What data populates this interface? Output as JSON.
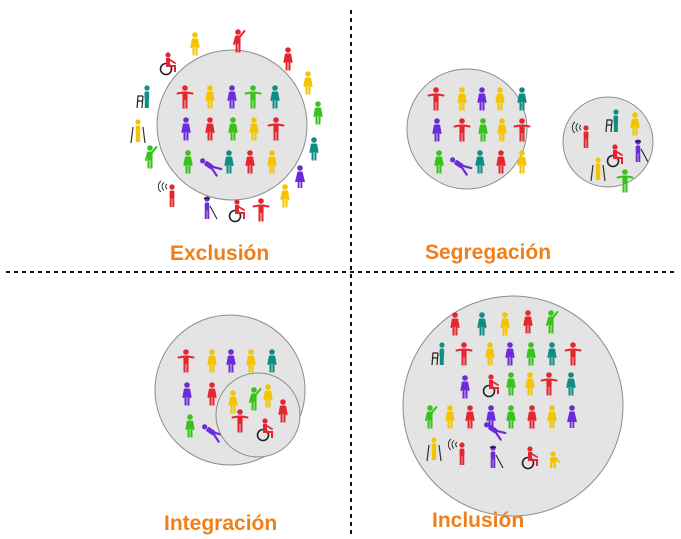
{
  "labels": {
    "exclusion": "Exclusión",
    "segregation": "Segregación",
    "integration": "Integración",
    "inclusion": "Inclusión"
  },
  "colors": {
    "label": "#f07f1a",
    "circle_fill": "#e4e4e4",
    "circle_stroke": "#8c8c8c",
    "divider": "#111111",
    "figure_palette": [
      "#e3262f",
      "#f2c500",
      "#6c2bd9",
      "#38c21a",
      "#0f8c84"
    ]
  },
  "icons": [
    "person-icon",
    "wheelchair-user-icon",
    "crutches-user-icon",
    "walker-user-icon",
    "white-cane-user-icon",
    "hearing-aid-user-icon",
    "dwarfism-person-icon"
  ]
}
